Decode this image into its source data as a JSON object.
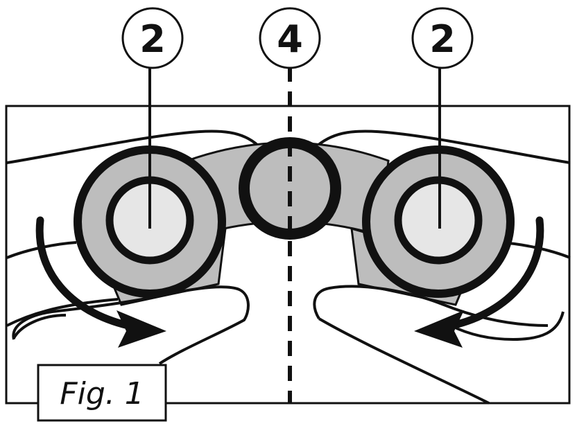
{
  "callouts": {
    "left": "2",
    "center": "4",
    "right": "2"
  },
  "caption": "Fig. 1",
  "colors": {
    "outline": "#111111",
    "body_fill": "#bdbdbd",
    "lens_fill": "#e6e6e6",
    "background": "#ffffff"
  }
}
